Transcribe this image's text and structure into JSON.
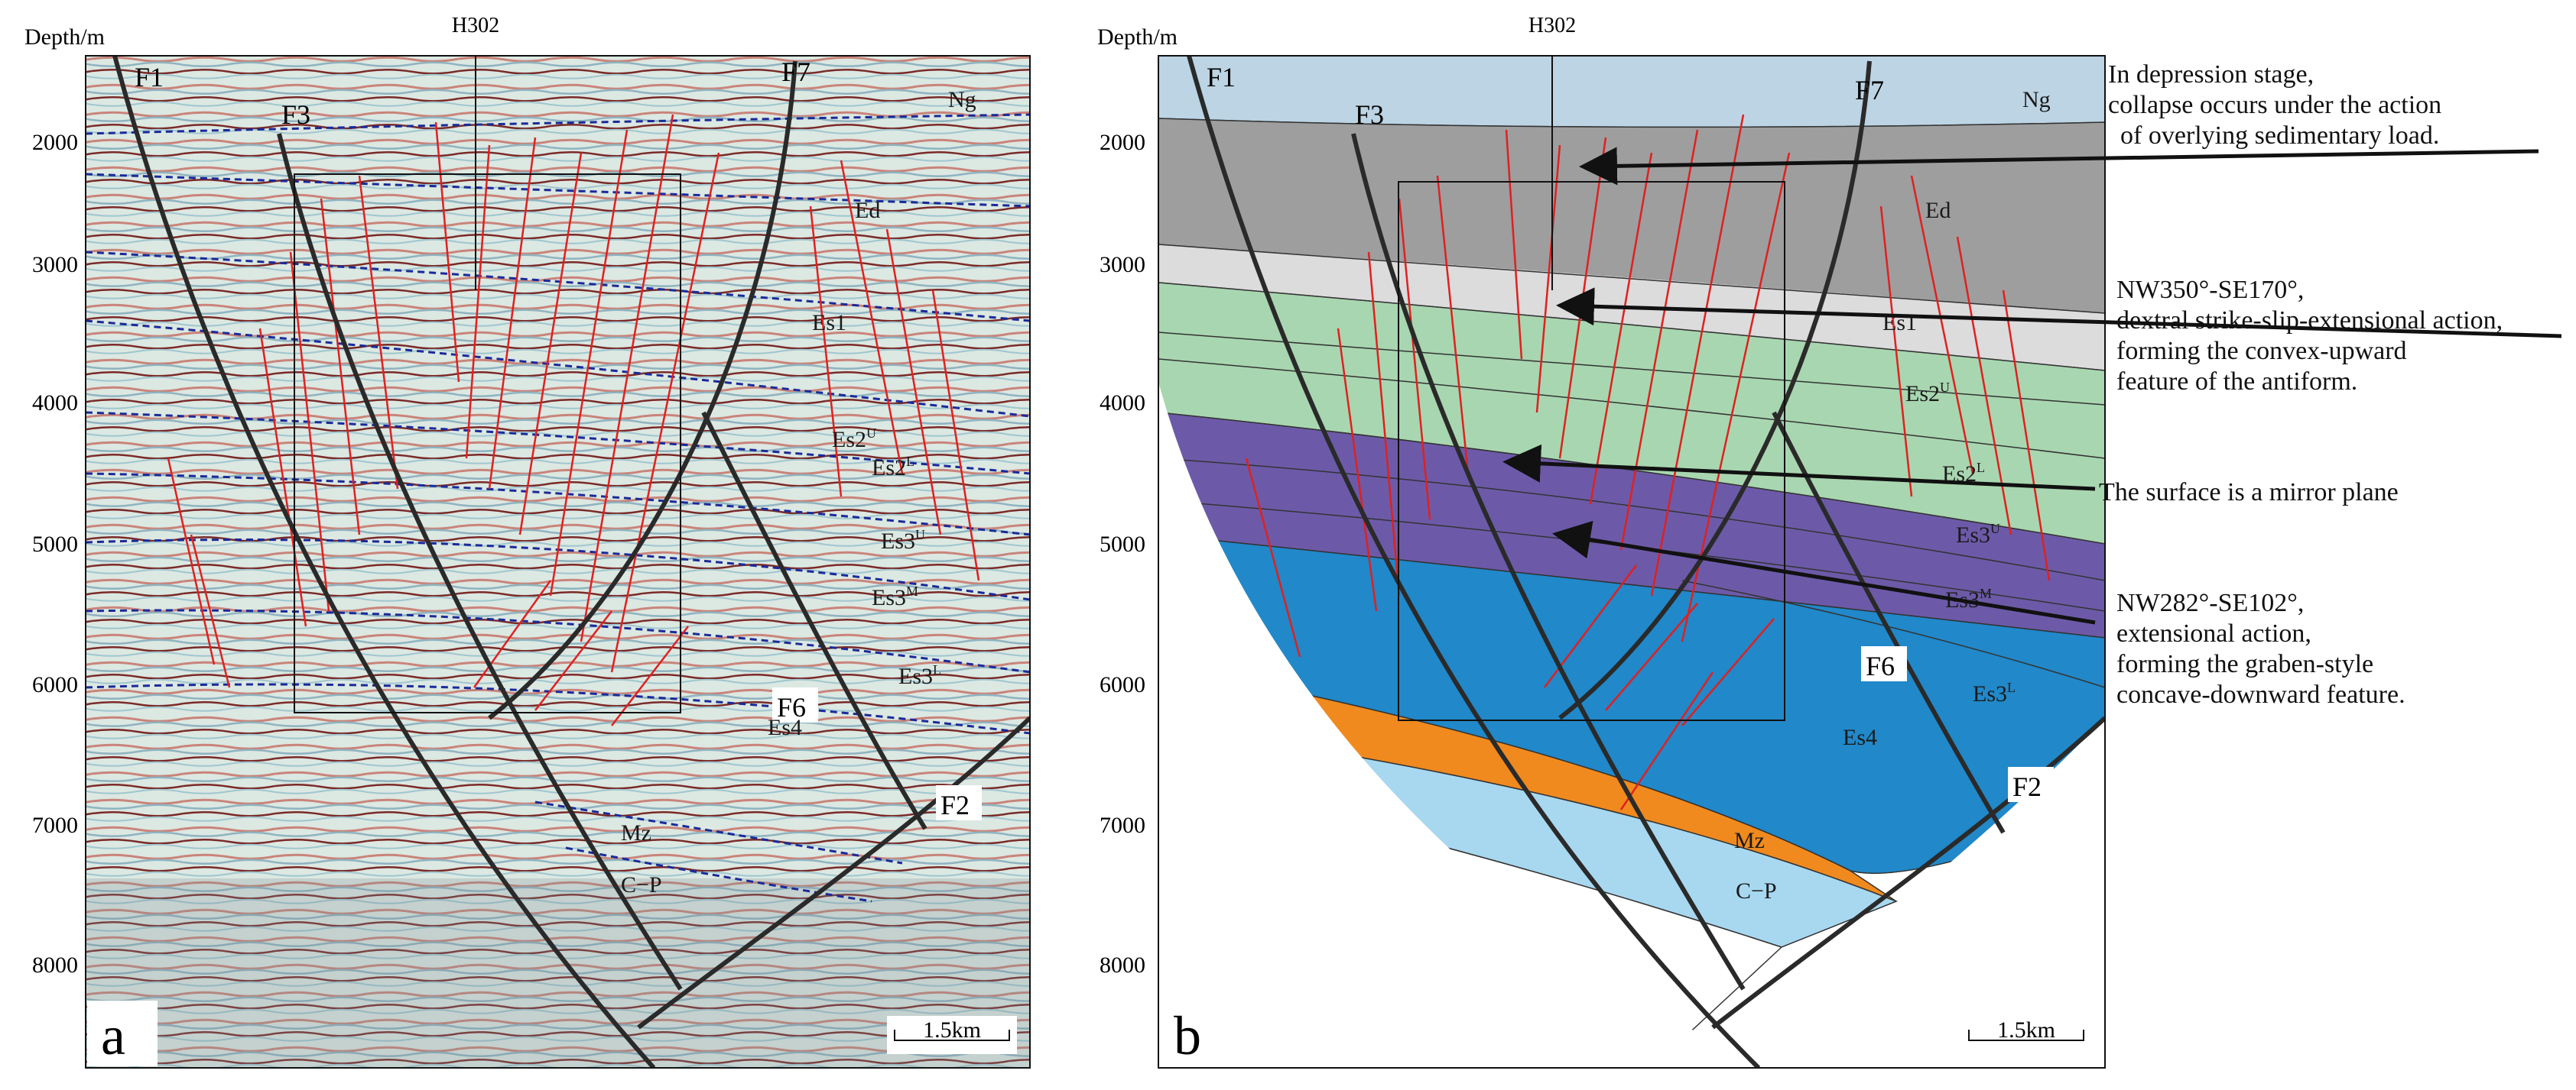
{
  "axis": {
    "title": "Depth/m",
    "ticks": [
      "2000",
      "3000",
      "4000",
      "5000",
      "6000",
      "7000",
      "8000"
    ]
  },
  "well": "H302",
  "scalebar": "1.5km",
  "panels": {
    "a": {
      "letter": "a"
    },
    "b": {
      "letter": "b"
    }
  },
  "faults": [
    "F1",
    "F3",
    "F7",
    "F6",
    "F2"
  ],
  "units": {
    "ng": "Ng",
    "ed": "Ed",
    "es1": "Es1",
    "es2_base": "Es2",
    "es2_sup": "U",
    "es2_l_base": "Es2",
    "es2_l_sup": "L",
    "es3u_base": "Es3",
    "es3u_sup": "U",
    "es3m_base": "Es3",
    "es3m_sup": "M",
    "es3l_base": "Es3",
    "es3l_sup": "L",
    "es4": "Es4",
    "mz": "Mz",
    "cp": "C−P"
  },
  "annotations": [
    {
      "lines": [
        "In depression stage,",
        "collapse occurs under the action",
        "of overlying sedimentary load."
      ]
    },
    {
      "lines": [
        "NW350°-SE170°,",
        "dextral strike-slip-extensional action,",
        "forming the convex-upward",
        "feature of the antiform."
      ]
    },
    {
      "lines": [
        "The surface is a mirror plane"
      ]
    },
    {
      "lines": [
        "NW282°-SE102°,",
        "extensional action,",
        "forming the graben-style",
        "concave-downward feature."
      ]
    }
  ],
  "colors": {
    "ng": "#bcd4e4",
    "ed": "#9e9e9e",
    "es1": "#dcdcdc",
    "es2": "#a8d6b0",
    "es3": "#6c5aa8",
    "es4": "#2188c9",
    "mz": "#f08a1e",
    "cp": "#a8d8f0",
    "fault_red": "#e02020",
    "horizon_blue": "#1a2a9a"
  }
}
